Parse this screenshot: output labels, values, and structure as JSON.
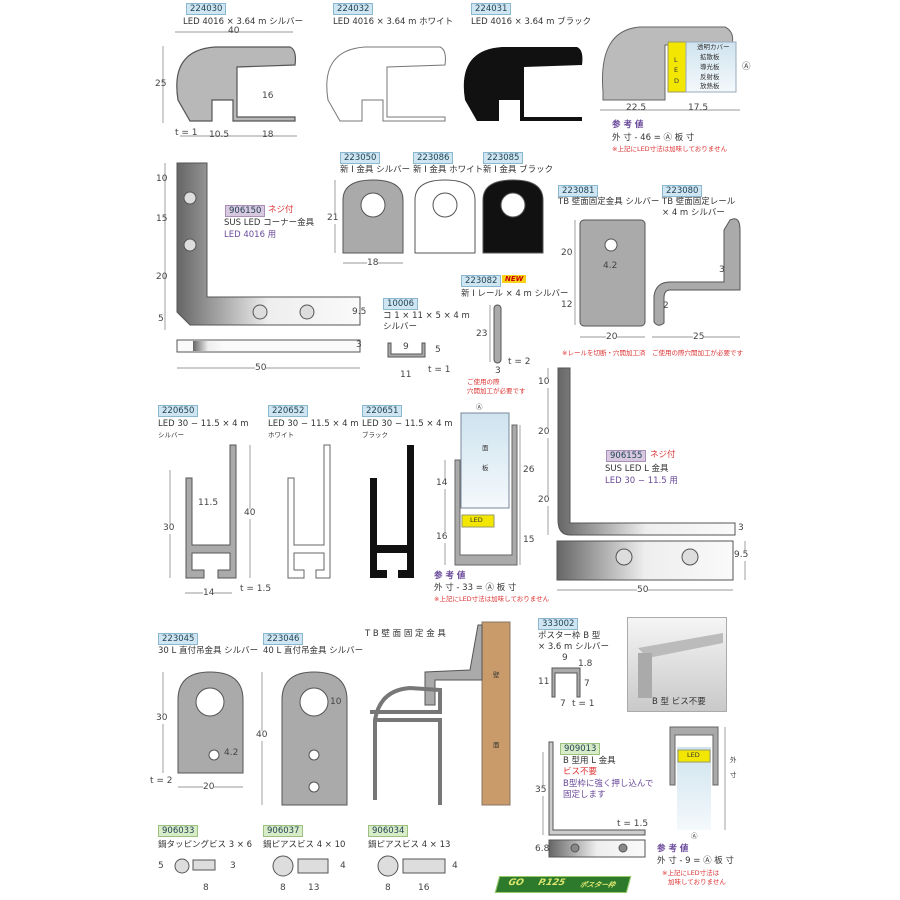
{
  "row1": {
    "items": [
      {
        "code": "224030",
        "label": "LED 4016 × 3.64 m シルバー"
      },
      {
        "code": "224032",
        "label": "LED 4016 × 3.64 m ホワイト"
      },
      {
        "code": "224031",
        "label": "LED 4016 × 3.64 m ブラック"
      }
    ],
    "dims": {
      "w": "40",
      "h": "25",
      "inner": "16",
      "t": "t = 1",
      "a": "10.5",
      "b": "18"
    },
    "section": {
      "layers": [
        "透明カバー",
        "拡散板",
        "導光板",
        "反射板",
        "放熱板"
      ],
      "led": "L E D",
      "marker": "Ⓐ",
      "d1": "22.5",
      "d2": "17.5",
      "ref_title": "参 考 値",
      "formula": "外 寸 - 46 = Ⓐ 板 寸",
      "note": "※上記にLED寸法は加味しておりません"
    }
  },
  "corner": {
    "code": "906150",
    "screw": "ネジ付",
    "name": "SUS LED コーナー金具",
    "use": "LED 4016 用",
    "dims": [
      "10",
      "15",
      "20",
      "5",
      "9.5",
      "3",
      "50"
    ]
  },
  "tabs": {
    "items": [
      {
        "code": "223050",
        "label": "新 I 金具 シルバー"
      },
      {
        "code": "223086",
        "label": "新 I 金具 ホワイト"
      },
      {
        "code": "223085",
        "label": "新 I 金具 ブラック"
      }
    ],
    "h": "21",
    "w": "18"
  },
  "channel": {
    "code": "10006",
    "label1": "コ 1 × 11 × 5 × 4 m",
    "label2": "シルバー",
    "d9": "9",
    "d5": "5",
    "d11": "11",
    "t": "t = 1"
  },
  "rail": {
    "code": "223082",
    "badge": "NEW",
    "label": "新 I レール × 4 m シルバー",
    "h": "23",
    "t": "t = 2",
    "w": "3",
    "note1": "ご使用の際",
    "note2": "穴開加工が必要です"
  },
  "tb": {
    "code1": "223081",
    "label1": "TB 壁面固定金具 シルバー",
    "code2": "223080",
    "label2a": "TB 壁面固定レール",
    "label2b": "× 4 m シルバー",
    "d20": "20",
    "d12": "12",
    "hole": "4.2",
    "w": "20",
    "rw": "25",
    "r3": "3",
    "r2": "2",
    "note": "※レールを切断・穴開加工済　ご使用の際穴開加工が必要です"
  },
  "led30": {
    "items": [
      {
        "code": "220650",
        "label": "LED 30 − 11.5 × 4 m",
        "color": "シルバー"
      },
      {
        "code": "220652",
        "label": "LED 30 − 11.5 × 4 m",
        "color": "ホワイト"
      },
      {
        "code": "220651",
        "label": "LED 30 − 11.5 × 4 m",
        "color": "ブラック"
      }
    ],
    "dims": {
      "h30": "30",
      "inner": "11.5",
      "h40": "40",
      "w": "14",
      "t": "t = 1.5"
    },
    "section": {
      "marker": "Ⓐ",
      "panel1": "面",
      "panel2": "板",
      "led": "LED",
      "d14": "14",
      "d16": "16",
      "d26": "26",
      "d15": "15",
      "ref_title": "参 考 値",
      "formula": "外 寸 - 33 = Ⓐ 板 寸",
      "note": "※上記にLED寸法は加味しておりません"
    }
  },
  "lbracket": {
    "code": "906155",
    "screw": "ネジ付",
    "name": "SUS LED L 金具",
    "use": "LED 30 − 11.5 用",
    "dims": [
      "10",
      "20",
      "20",
      "3",
      "9.5",
      "50"
    ]
  },
  "hang": {
    "items": [
      {
        "code": "223045",
        "label": "30 L 直付吊金具 シルバー"
      },
      {
        "code": "223046",
        "label": "40 L 直付吊金具 シルバー"
      }
    ],
    "d30": "30",
    "t": "t = 2",
    "d20": "20",
    "hole": "4.2",
    "d40": "40",
    "d10": "10"
  },
  "tbassy": {
    "title": "T B 壁 面 固 定 金 具",
    "wall1": "壁",
    "wall2": "面"
  },
  "screws": [
    {
      "code": "906033",
      "label": "鍋タッピングビス 3 × 6",
      "d1": "5",
      "d2": "3",
      "d3": "8"
    },
    {
      "code": "906037",
      "label": "鍋ピアスビス 4 × 10",
      "d1": "8",
      "d2": "13",
      "d3": "4"
    },
    {
      "code": "906034",
      "label": "鍋ピアスビス 4 × 13",
      "d1": "8",
      "d2": "16",
      "d3": "4"
    }
  ],
  "poster": {
    "code": "333002",
    "label1": "ポスター枠 B 型",
    "label2": "× 3.6 m シルバー",
    "d9": "9",
    "d18": "1.8",
    "d7": "7",
    "d11": "11",
    "d7b": "7",
    "t": "t = 1",
    "photo_caption": "B 型 ビス不要"
  },
  "bl": {
    "code": "909013",
    "name": "B 型用 L 金具",
    "screw": "ビス不要",
    "desc1": "B型枠に強く押し込んで",
    "desc2": "固定します",
    "d35": "35",
    "t": "t = 1.5",
    "d68": "6.8"
  },
  "bsection": {
    "led": "LED",
    "outer1": "外",
    "outer2": "寸",
    "marker": "Ⓐ",
    "ref_title": "参 考 値",
    "formula": "外 寸 - 9 = Ⓐ 板 寸",
    "note1": "※上記にLED寸法は",
    "note2": "加味しておりません"
  },
  "go": {
    "go": "GO",
    "page": "P.125",
    "label": "ポスター枠"
  }
}
